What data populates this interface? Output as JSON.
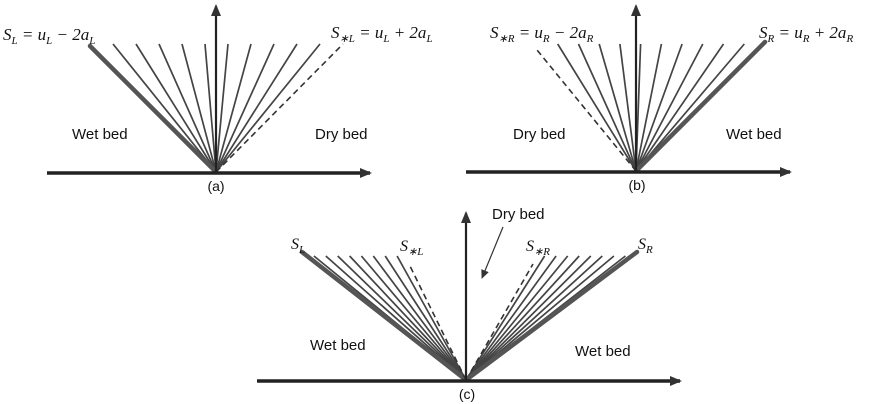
{
  "panels": {
    "a": {
      "caption": "(a)",
      "left_region": "Wet bed",
      "right_region": "Dry bed",
      "head_speed": "S_L = u_L − 2a_L",
      "tail_speed": "S_{*L} = u_L + 2a_L",
      "fan_line_count": 10,
      "tail_line": "dashed"
    },
    "b": {
      "caption": "(b)",
      "left_region": "Dry bed",
      "right_region": "Wet bed",
      "tail_speed": "S_{*R} = u_R − 2a_R",
      "head_speed": "S_R = u_R + 2a_R",
      "fan_line_count": 10,
      "tail_line": "dashed"
    },
    "c": {
      "caption": "(c)",
      "left_region": "Wet bed",
      "right_region": "Wet bed",
      "middle_region": "Dry bed",
      "left_head": "S_L",
      "left_tail": "S_{*L}",
      "right_tail": "S_{*R}",
      "right_head": "S_R",
      "fan_line_count_each": 8,
      "tail_lines": "dashed"
    }
  },
  "colors": {
    "thick_line": "#555555",
    "thin_line": "#444444",
    "axis": "#222222",
    "text": "#111111"
  }
}
